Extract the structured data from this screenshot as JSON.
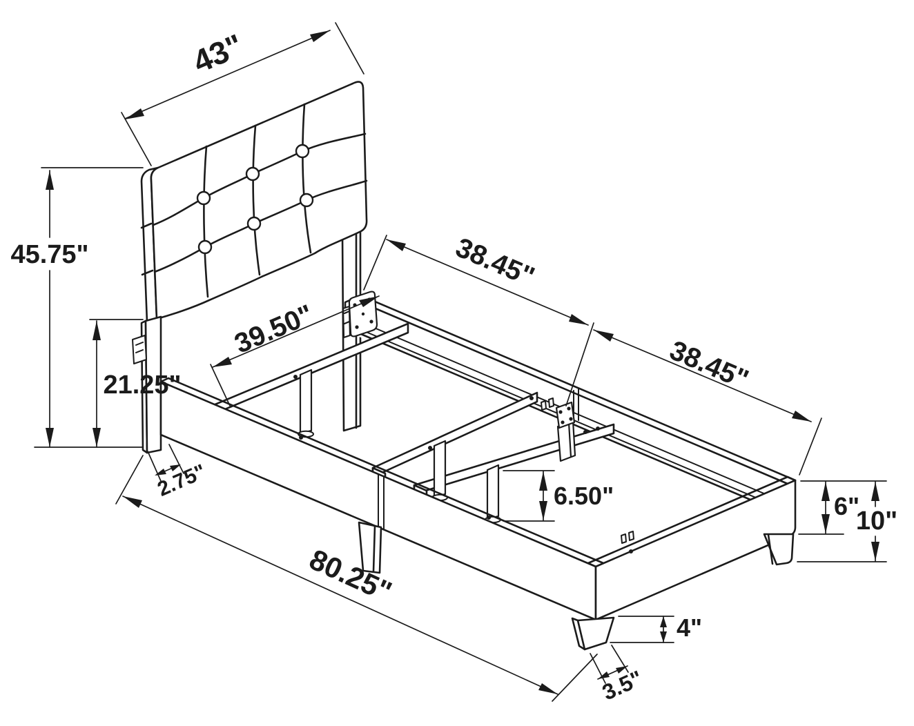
{
  "diagram": {
    "type": "technical-line-drawing",
    "subject": "Twin bed frame with button-tufted headboard - assembly dimension diagram",
    "background_color": "#ffffff",
    "line_color": "#1b1b1b",
    "dimensions": {
      "headboard_width": "43\"",
      "headboard_height": "45.75\"",
      "headboard_lower_section_height": "21.25\"",
      "headboard_leg_width": "2.75\"",
      "slat_inner_length": "39.50\"",
      "side_rail_front_section_length": "38.45\"",
      "side_rail_back_section_length": "38.45\"",
      "overall_length": "80.25\"",
      "slat_support_leg_height": "6.50\"",
      "side_rail_height": "6\"",
      "frame_total_height": "10\"",
      "foot_leg_height": "4\"",
      "foot_leg_bottom_width": "3.5\""
    }
  }
}
